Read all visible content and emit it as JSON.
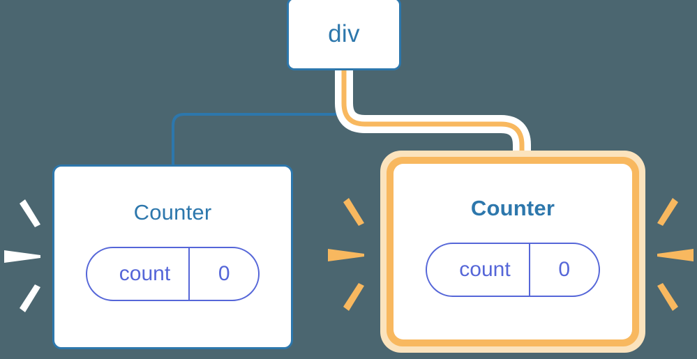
{
  "diagram": {
    "title": "React component tree with highlighted re-render",
    "background_color": "#4b6670",
    "accent_blue": "#2d77ac",
    "accent_orange": "#f8b85f",
    "accent_orange_glow": "#fbe3bd",
    "state_purple": "#5566d8",
    "node_fill": "#ffffff"
  },
  "root": {
    "label": "div"
  },
  "children": [
    {
      "label": "Counter",
      "highlighted": false,
      "state": {
        "key": "count",
        "value": "0"
      },
      "connector": {
        "color": "#2d77ac",
        "has_halo": false
      },
      "rays": {
        "color": "#ffffff",
        "count": 3,
        "position": "left"
      }
    },
    {
      "label": "Counter",
      "highlighted": true,
      "state": {
        "key": "count",
        "value": "0"
      },
      "connector": {
        "color": "#f8b85f",
        "has_halo": true
      },
      "rays": {
        "color": "#f8b85f",
        "count": 6,
        "position": "both-sides"
      }
    }
  ]
}
